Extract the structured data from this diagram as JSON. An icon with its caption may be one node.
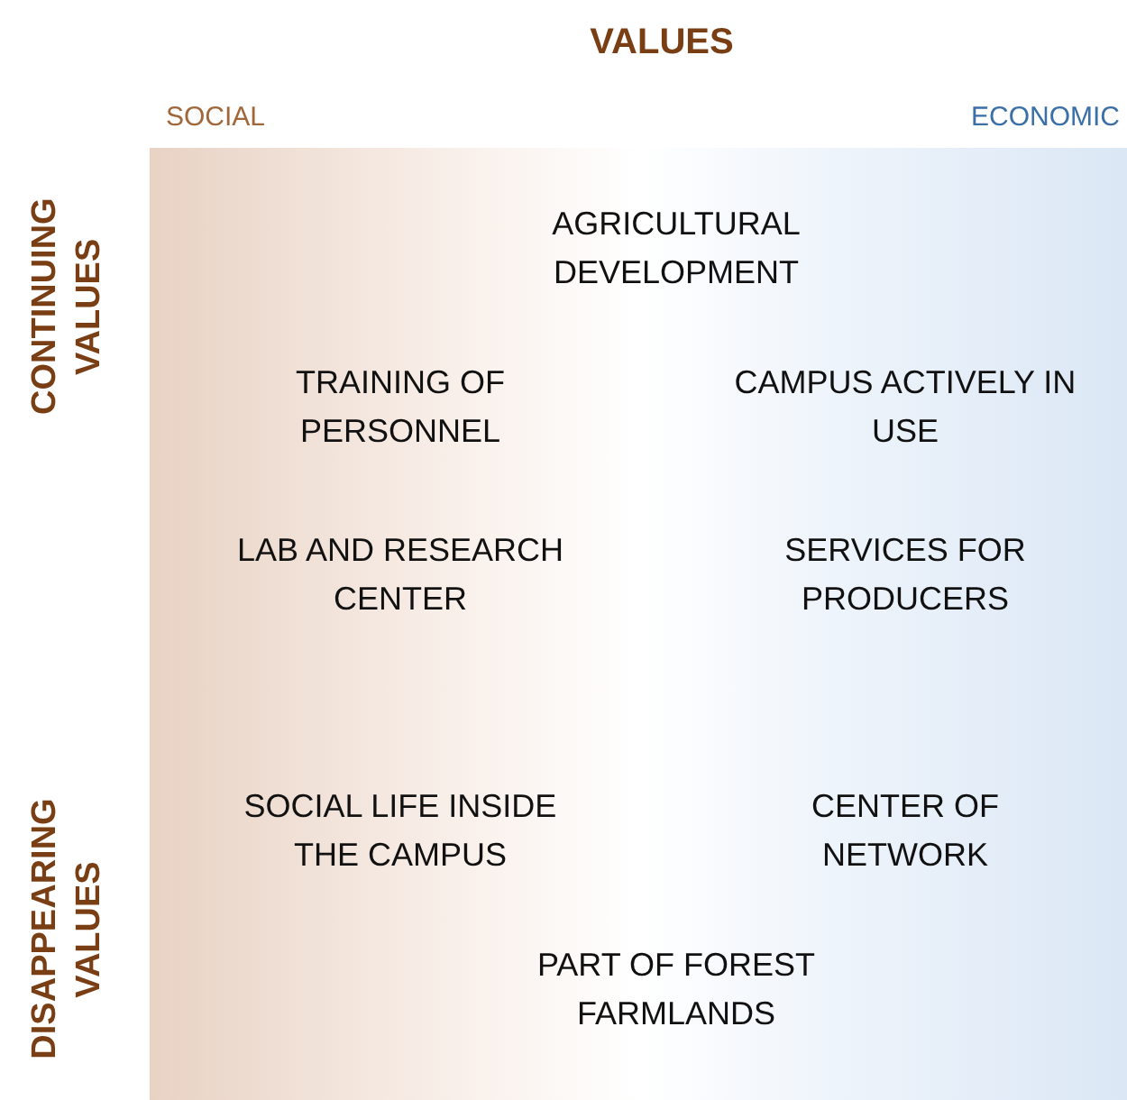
{
  "diagram": {
    "title": "VALUES",
    "labels": [
      "SOCIAL",
      "ECONOMIC",
      "CONTINUING VALUES",
      "AGRICULTURAL DEVELOPMENT",
      "TRAINING OF PERSONNEL",
      "CAMPUS ACTIVELY IN USE",
      "LAB AND RESEARCH CENTER",
      "SERVICES FOR PRODUCERS",
      "DISAPPEARING VALUES",
      "SOCIAL LIFE INSIDE THE CAMPUS",
      "CENTER OF NETWORK",
      "PART OF FOREST FARMLANDS"
    ]
  }
}
